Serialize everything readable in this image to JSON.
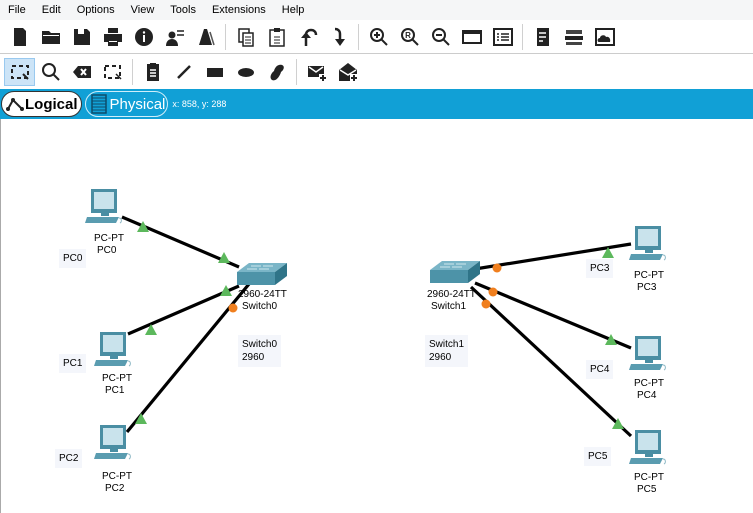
{
  "menu": [
    "File",
    "Edit",
    "Options",
    "View",
    "Tools",
    "Extensions",
    "Help"
  ],
  "toolbar_main": [
    "new-file-icon",
    "open-folder-icon",
    "save-icon",
    "print-icon",
    "info-icon",
    "activity-wizard-icon",
    "custom-device-icon",
    "copy-icon",
    "paste-icon",
    "undo-icon",
    "redo-icon",
    "zoom-in-icon",
    "zoom-reset-icon",
    "zoom-out-icon",
    "drawing-palette-icon",
    "custom-devices-dialog-icon",
    "view-command-log-icon",
    "network-devices-icon",
    "cloud-icon"
  ],
  "toolbar_tools": [
    "select-icon",
    "inspect-icon",
    "delete-icon",
    "resize-icon",
    "note-icon",
    "draw-line-icon",
    "rectangle-icon",
    "ellipse-icon",
    "freeform-icon",
    "add-simple-pdu-icon",
    "add-complex-pdu-icon"
  ],
  "modes": {
    "logical": "Logical",
    "physical": "Physical",
    "coords": "x: 858, y: 288"
  },
  "devices": [
    {
      "id": "PC0",
      "model": "PC-PT",
      "name": "PC0",
      "note": "PC0"
    },
    {
      "id": "PC1",
      "model": "PC-PT",
      "name": "PC1",
      "note": "PC1"
    },
    {
      "id": "PC2",
      "model": "PC-PT",
      "name": "PC2",
      "note": "PC2"
    },
    {
      "id": "PC3",
      "model": "PC-PT",
      "name": "PC3",
      "note": "PC3"
    },
    {
      "id": "PC4",
      "model": "PC-PT",
      "name": "PC4",
      "note": "PC4"
    },
    {
      "id": "PC5",
      "model": "PC-PT",
      "name": "PC5",
      "note": "PC5"
    },
    {
      "id": "Switch0",
      "model": "2960-24TT",
      "name": "Switch0",
      "note1": "Switch0",
      "note2": "2960"
    },
    {
      "id": "Switch1",
      "model": "2960-24TT",
      "name": "Switch1",
      "note1": "Switch1",
      "note2": "2960"
    }
  ],
  "links": [
    {
      "from": "PC0",
      "to": "Switch0",
      "status_from": "up",
      "status_to": "up"
    },
    {
      "from": "PC1",
      "to": "Switch0",
      "status_from": "up",
      "status_to": "up"
    },
    {
      "from": "PC2",
      "to": "Switch0",
      "status_from": "up",
      "status_to": "blocking"
    },
    {
      "from": "Switch1",
      "to": "PC3",
      "status_from": "blocking",
      "status_to": "up"
    },
    {
      "from": "Switch1",
      "to": "PC4",
      "status_from": "blocking",
      "status_to": "up"
    },
    {
      "from": "Switch1",
      "to": "PC5",
      "status_from": "blocking",
      "status_to": "up"
    }
  ],
  "colors": {
    "link_up": "#5cb85c",
    "link_blocking": "#f07f1e",
    "mode_bar": "#11a0d6",
    "device": "#4f9cb0"
  }
}
